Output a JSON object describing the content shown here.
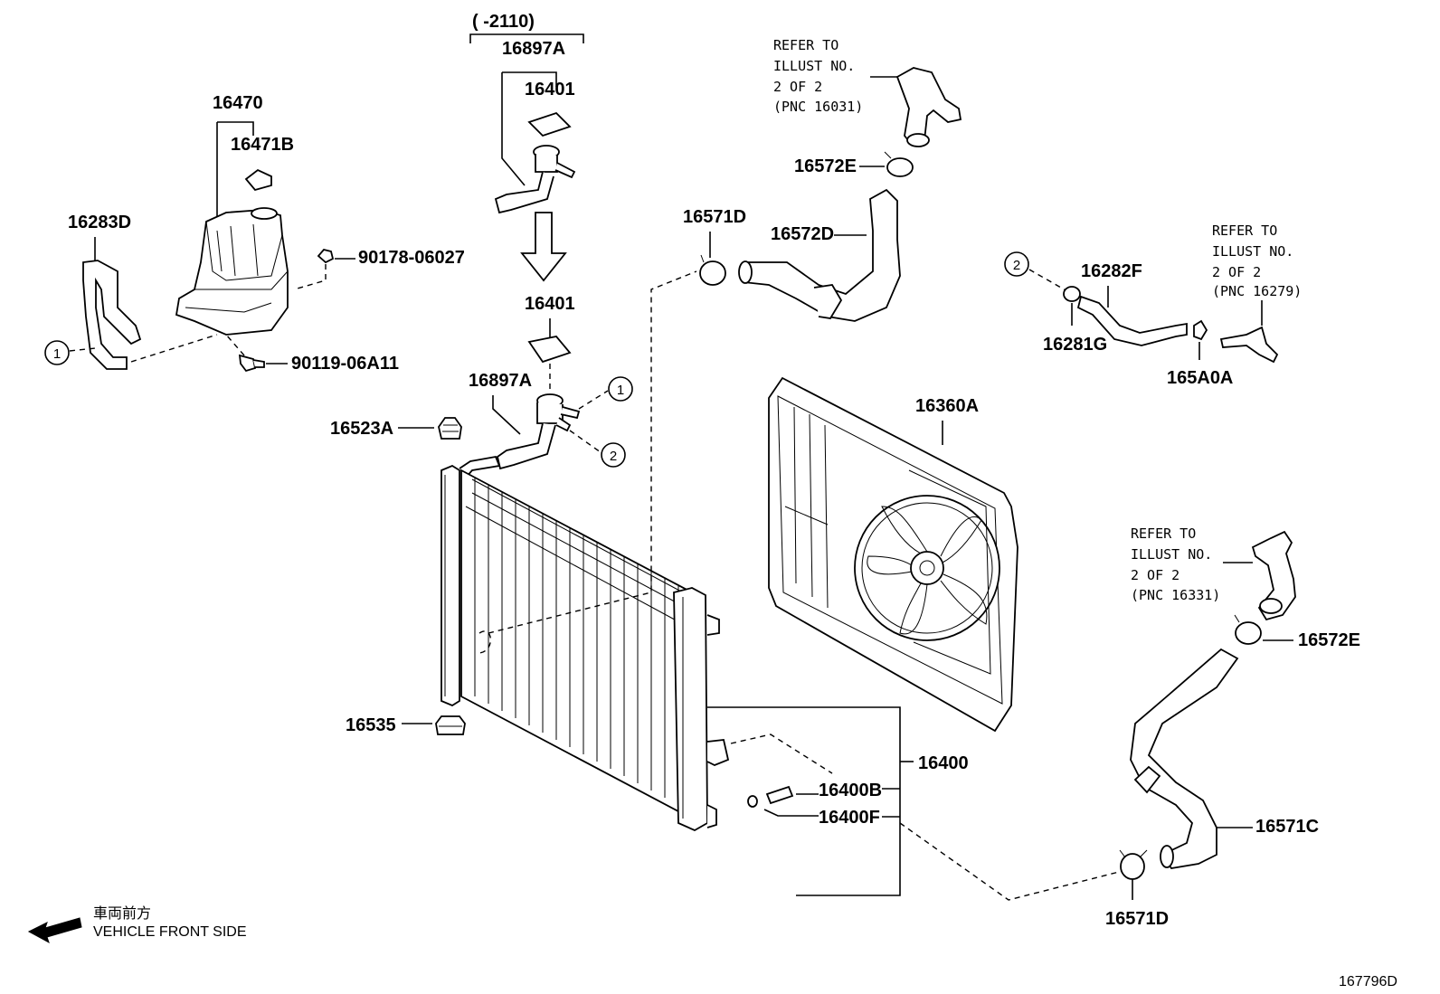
{
  "diagram_id": "167796D",
  "labels": {
    "p16897A_top": "16897A",
    "p16401_top": "16401",
    "p16470": "16470",
    "p16471B": "16471B",
    "p16283D": "16283D",
    "p90178": "90178-06027",
    "p90119": "90119-06A11",
    "p16401": "16401",
    "p16897A": "16897A",
    "p16523A": "16523A",
    "p16535": "16535",
    "p16572E_top": "16572E",
    "p16571D_top": "16571D",
    "p16572D": "16572D",
    "p16282F": "16282F",
    "p16281G": "16281G",
    "p165A0A": "165A0A",
    "p16360A": "16360A",
    "p16400": "16400",
    "p16400B": "16400B",
    "p16400F": "16400F",
    "p16572E": "16572E",
    "p16571C": "16571C",
    "p16571D": "16571D"
  },
  "date_range": "(      -2110)",
  "callouts": {
    "one": "1",
    "two": "2"
  },
  "refer_notes": {
    "n1": [
      "REFER TO",
      "ILLUST NO.",
      "2 OF 2",
      "(PNC 16031)"
    ],
    "n2": [
      "REFER TO",
      "ILLUST NO.",
      "2 OF 2",
      "(PNC 16279)"
    ],
    "n3": [
      "REFER TO",
      "ILLUST NO.",
      "2 OF 2",
      "(PNC 16331)"
    ]
  },
  "front_side": {
    "jp": "車両前方",
    "en": "VEHICLE FRONT SIDE"
  }
}
